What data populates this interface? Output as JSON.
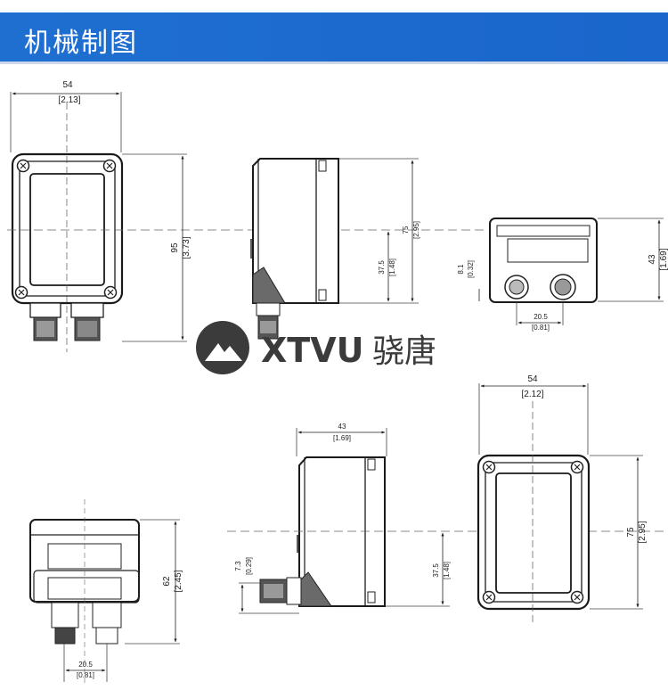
{
  "header": {
    "title": "机械制图"
  },
  "watermark": {
    "brand": "XTVU",
    "brand_cn": "骁唐"
  },
  "view_front": {
    "width": "54",
    "width_in": "[2.13]",
    "height": "95",
    "height_in": "[3.73]"
  },
  "view_side": {
    "height": "75",
    "height_in": "[2.95]",
    "mid": "37.5",
    "mid_in": "[1.48]"
  },
  "view_bottom": {
    "height": "43",
    "height_in": "[1.69]",
    "offset": "8.1",
    "offset_in": "[0.32]",
    "spacing": "20.5",
    "spacing_in": "[0.81]"
  },
  "view_bottom2": {
    "height": "62",
    "height_in": "[2.45]",
    "spacing": "20.5",
    "spacing_in": "[0.81]"
  },
  "view_side2": {
    "width": "43",
    "width_in": "[1.69]",
    "offset": "7.3",
    "offset_in": "[0.29]",
    "mid": "37.5",
    "mid_in": "[1.48]"
  },
  "view_front2": {
    "width": "54",
    "width_in": "[2.12]",
    "height": "75",
    "height_in": "[2.95]"
  }
}
